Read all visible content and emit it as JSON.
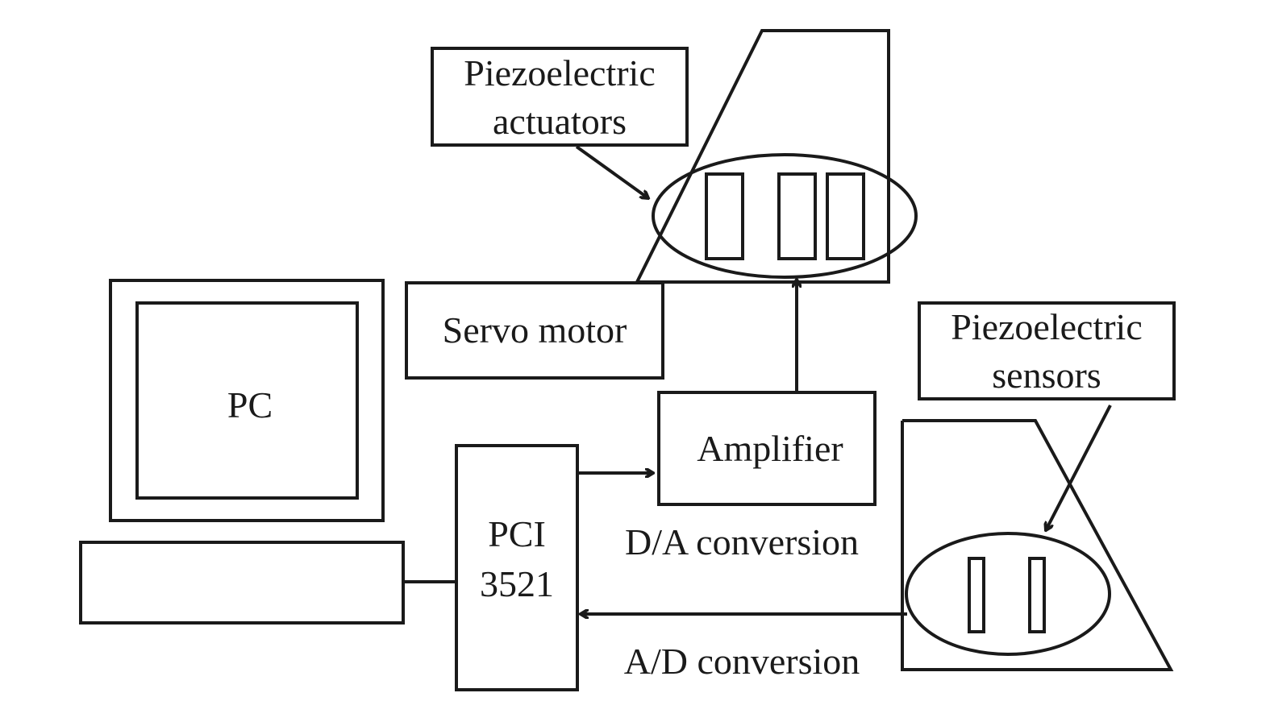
{
  "labels": {
    "piezo_actuators_line1": "Piezoelectric",
    "piezo_actuators_line2": "actuators",
    "servo_motor": "Servo motor",
    "piezo_sensors_line1": "Piezoelectric",
    "piezo_sensors_line2": "sensors",
    "pc": "PC",
    "amplifier": "Amplifier",
    "pci_line1": "PCI",
    "pci_line2": "3521",
    "da_conversion": "D/A conversion",
    "ad_conversion": "A/D conversion"
  }
}
